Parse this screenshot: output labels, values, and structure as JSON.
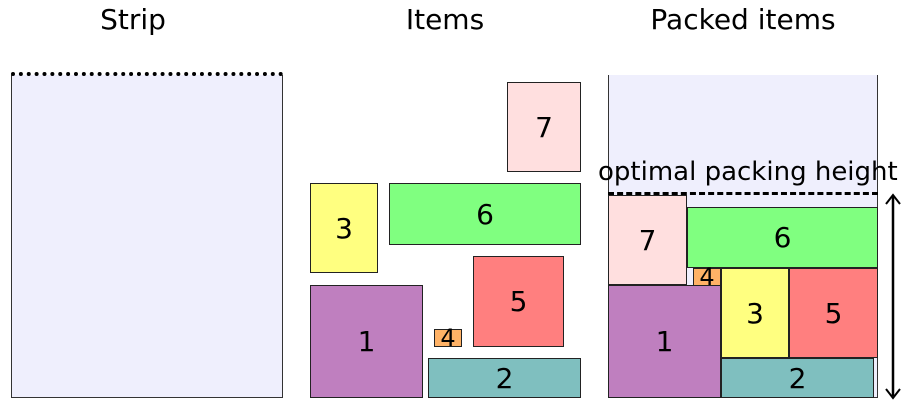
{
  "panels": {
    "strip_title": "Strip",
    "items_title": "Items",
    "packed_title": "Packed items"
  },
  "annotation": {
    "optimal_height_label": "optimal packing height"
  },
  "items": [
    {
      "id": "1",
      "color": "#bf7fbf"
    },
    {
      "id": "2",
      "color": "#7fbfbf"
    },
    {
      "id": "3",
      "color": "#ffff80"
    },
    {
      "id": "4",
      "color": "#ffb266"
    },
    {
      "id": "5",
      "color": "#ff7f7f"
    },
    {
      "id": "6",
      "color": "#80ff80"
    },
    {
      "id": "7",
      "color": "#ffdfdf"
    }
  ],
  "colors": {
    "strip_fill": "#efeffd"
  }
}
